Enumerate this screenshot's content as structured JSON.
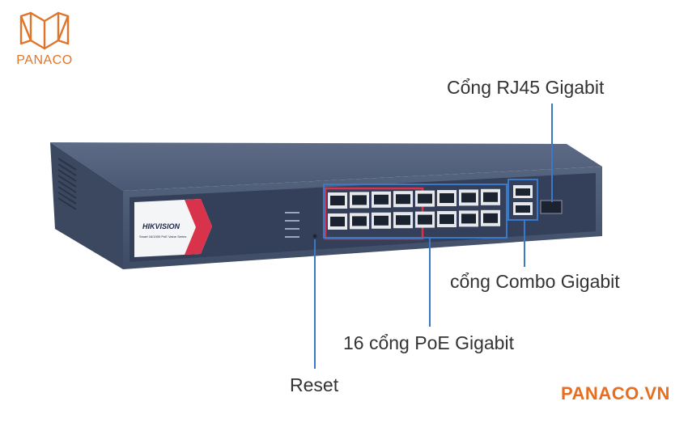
{
  "logo": {
    "text": "PANACO",
    "icon": "open-book-house-icon",
    "color": "#e0742a"
  },
  "device": {
    "brand": "HIKVISION",
    "product_line": "Smart 16/1000 PoE Value Series",
    "body_color": "#4f5f7a"
  },
  "callouts": {
    "rj45": "Cổng RJ45 Gigabit",
    "combo": "cổng Combo Gigabit",
    "poe": "16 cổng PoE Gigabit",
    "reset": "Reset"
  },
  "watermark": {
    "text": "PANACO.VN",
    "color": "#e86d1f"
  },
  "highlight_colors": {
    "poe_box": "#d9334b",
    "callout_line": "#3a78c8"
  }
}
